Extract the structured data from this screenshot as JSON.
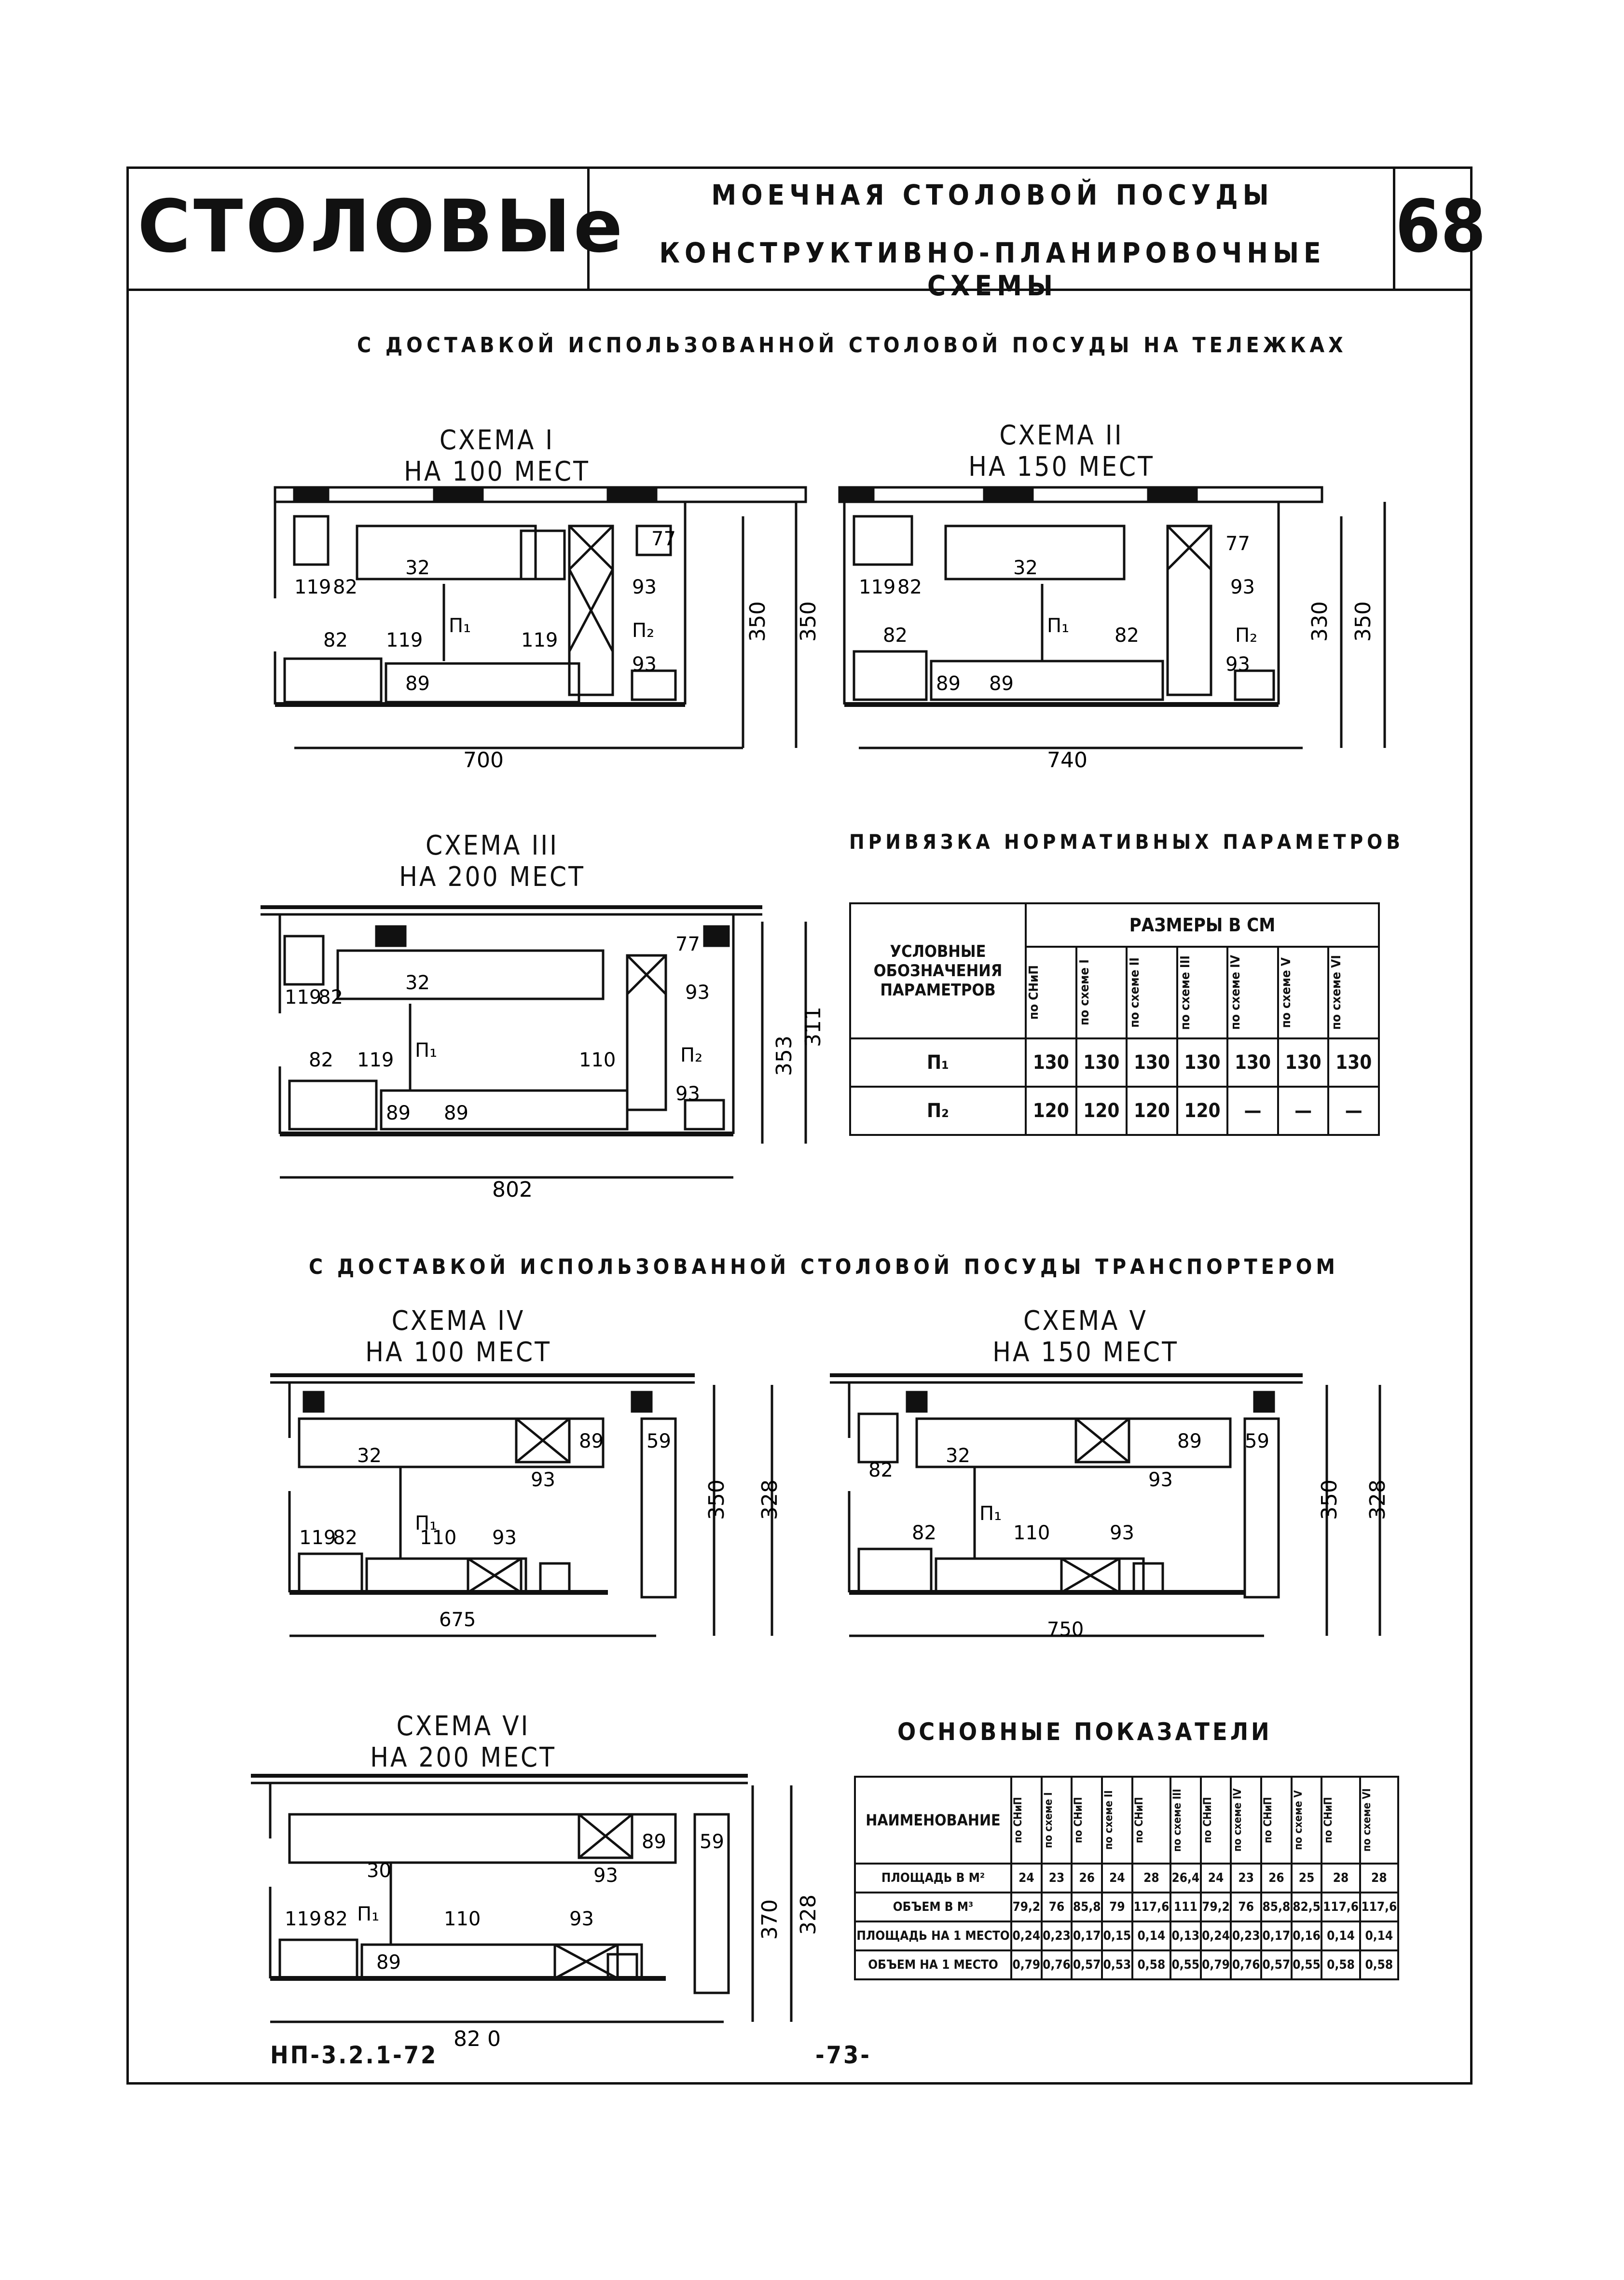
{
  "header": {
    "brand": "СТОЛОВЫе",
    "title_line1": "МОЕЧНАЯ СТОЛОВОЙ ПОСУДЫ",
    "title_line2": "КОНСТРУКТИВНО-ПЛАНИРОВОЧНЫЕ СХЕМЫ",
    "page_number": "68"
  },
  "section1": "С ДОСТАВКОЙ ИСПОЛЬЗОВАННОЙ СТОЛОВОЙ ПОСУДЫ НА ТЕЛЕЖКАХ",
  "section2": "С ДОСТАВКОЙ ИСПОЛЬЗОВАННОЙ СТОЛОВОЙ ПОСУДЫ ТРАНСПОРТЕРОМ",
  "schemes": {
    "s1": {
      "title": "СХЕМА I",
      "subtitle": "НА 100 МЕСТ",
      "width": "700",
      "dim_a": "350",
      "dim_b": "350"
    },
    "s2": {
      "title": "СХЕМА II",
      "subtitle": "НА 150 МЕСТ",
      "width": "740",
      "dim_a": "350",
      "dim_b": "330"
    },
    "s3": {
      "title": "СХЕМА III",
      "subtitle": "НА 200 МЕСТ",
      "width": "802",
      "dim_a": "353",
      "dim_b": "311"
    },
    "s4": {
      "title": "СХЕМА IV",
      "subtitle": "НА 100 МЕСТ",
      "width": "675",
      "dim_a": "350",
      "dim_b": "328"
    },
    "s5": {
      "title": "СХЕМА V",
      "subtitle": "НА 150 МЕСТ",
      "width": "750",
      "dim_a": "350",
      "dim_b": "328"
    },
    "s6": {
      "title": "СХЕМА VI",
      "subtitle": "НА 200 МЕСТ",
      "width": "82 0",
      "dim_a": "370",
      "dim_b": "328"
    }
  },
  "labels": {
    "l119": "119",
    "l82": "82",
    "l32": "32",
    "l30": "30",
    "l93": "93",
    "l77": "77",
    "l89": "89",
    "l110": "110",
    "l59": "59",
    "p1": "П₁",
    "p2": "П₂"
  },
  "norm_table": {
    "caption": "ПРИВЯЗКА НОРМАТИВНЫХ ПАРАМЕТРОВ",
    "row_header": "УСЛОВНЫЕ ОБОЗНАЧЕНИЯ ПАРАМЕТРОВ",
    "group_header": "РАЗМЕРЫ В СМ",
    "cols": [
      "по СНиП",
      "по схеме I",
      "по схеме II",
      "по схеме III",
      "по схеме IV",
      "по схеме V",
      "по схеме VI"
    ],
    "rows": [
      {
        "name": "П₁",
        "values": [
          "130",
          "130",
          "130",
          "130",
          "130",
          "130",
          "130"
        ]
      },
      {
        "name": "П₂",
        "values": [
          "120",
          "120",
          "120",
          "120",
          "—",
          "—",
          "—"
        ]
      }
    ]
  },
  "main_table": {
    "caption": "ОСНОВНЫЕ ПОКАЗАТЕЛИ",
    "row_header": "НАИМЕНОВАНИЕ",
    "cols": [
      "по СНиП",
      "по схеме I",
      "по СНиП",
      "по схеме II",
      "по СНиП",
      "по схеме III",
      "по СНиП",
      "по схеме IV",
      "по СНиП",
      "по схеме V",
      "по СНиП",
      "по схеме VI"
    ],
    "rows": [
      {
        "name": "ПЛОЩАДЬ В М²",
        "values": [
          "24",
          "23",
          "26",
          "24",
          "28",
          "26,4",
          "24",
          "23",
          "26",
          "25",
          "28",
          "28"
        ]
      },
      {
        "name": "ОБЪЕМ В М³",
        "values": [
          "79,2",
          "76",
          "85,8",
          "79",
          "117,6",
          "111",
          "79,2",
          "76",
          "85,8",
          "82,5",
          "117,6",
          "117,6"
        ]
      },
      {
        "name": "ПЛОЩАДЬ НА 1 МЕСТО",
        "values": [
          "0,24",
          "0,23",
          "0,17",
          "0,15",
          "0,14",
          "0,13",
          "0,24",
          "0,23",
          "0,17",
          "0,16",
          "0,14",
          "0,14"
        ]
      },
      {
        "name": "ОБЪЕМ НА 1 МЕСТО",
        "values": [
          "0,79",
          "0,76",
          "0,57",
          "0,53",
          "0,58",
          "0,55",
          "0,79",
          "0,76",
          "0,57",
          "0,55",
          "0,58",
          "0,58"
        ]
      }
    ]
  },
  "footer": {
    "code": "НП-3.2.1-72",
    "page": "-73-"
  }
}
